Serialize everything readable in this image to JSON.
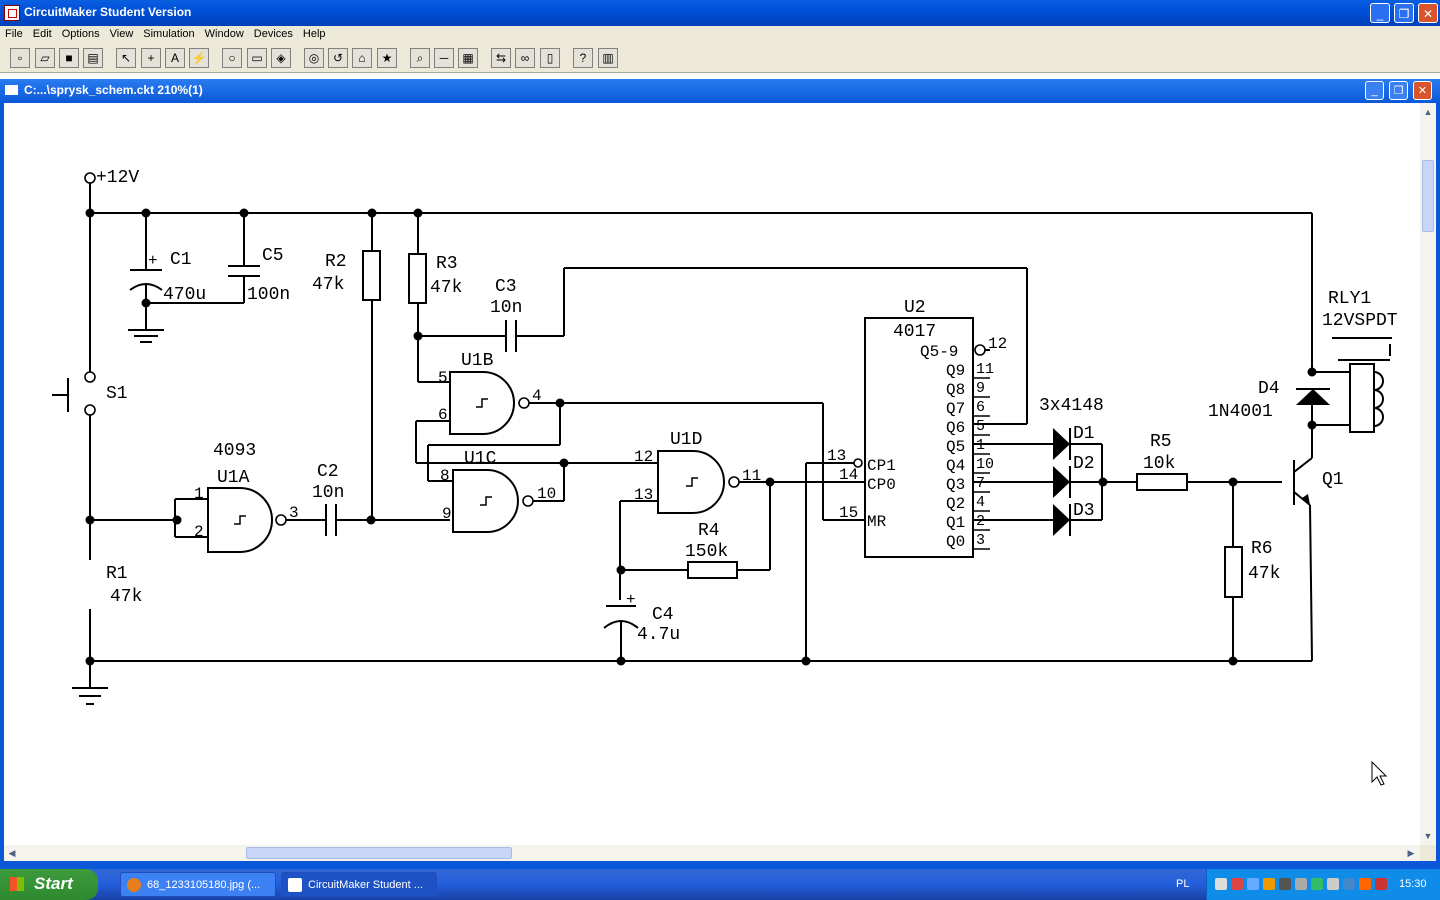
{
  "app": {
    "title": "CircuitMaker Student Version",
    "window_buttons": [
      "_",
      "❐",
      "✕"
    ]
  },
  "menu": [
    "File",
    "Edit",
    "Options",
    "View",
    "Simulation",
    "Window",
    "Devices",
    "Help"
  ],
  "toolbar": {
    "buttons": [
      "new-icon",
      "open-icon",
      "save-icon",
      "print-icon",
      "arrow-tool-icon",
      "wire-tool-icon",
      "text-tool-icon",
      "probe-tool-icon",
      "zoom-icon",
      "cut-icon",
      "copy-icon",
      "digital-mode-icon",
      "reset-icon",
      "step-icon",
      "run-icon",
      "trace-icon",
      "probe-icon",
      "scope-icon",
      "rotate-icon",
      "binoculars-icon",
      "macro-icon",
      "help-icon",
      "chip-icon"
    ]
  },
  "document": {
    "title": "C:...\\sprysk_schem.ckt 210%(1)",
    "buttons": [
      "_",
      "❐",
      "✕"
    ]
  },
  "schematic": {
    "supply": "+12V",
    "labels": {
      "c1_name": "C1",
      "c1_val": "470u",
      "c1_plus": "+",
      "c5_name": "C5",
      "c5_val": "100n",
      "r2_name": "R2",
      "r2_val": "47k",
      "r3_name": "R3",
      "r3_val": "47k",
      "c3_name": "C3",
      "c3_val": "10n",
      "s1_name": "S1",
      "r1_name": "R1",
      "r1_val": "47k",
      "u1a_type": "4093",
      "u1a_name": "U1A",
      "u1a_p1": "1",
      "u1a_p2": "2",
      "u1a_p3": "3",
      "c2_name": "C2",
      "c2_val": "10n",
      "u1b_name": "U1B",
      "u1b_p5": "5",
      "u1b_p6": "6",
      "u1b_p4": "4",
      "u1c_name": "U1C",
      "u1c_p8": "8",
      "u1c_p9": "9",
      "u1c_p10": "10",
      "u1d_name": "U1D",
      "u1d_p12": "12",
      "u1d_p13": "13",
      "u1d_p11": "11",
      "r4_name": "R4",
      "r4_val": "150k",
      "c4_name": "C4",
      "c4_val": "4.7u",
      "c4_plus": "+",
      "u2_name": "U2",
      "u2_type": "4017",
      "u2_q59": "Q5-9",
      "u2_p12": "12",
      "u2_cp1": "CP1",
      "u2_cp0": "CP0",
      "u2_mr": "MR",
      "u2_p13": "13",
      "u2_p14": "14",
      "u2_p15": "15",
      "diodes_label": "3x4148",
      "d1_name": "D1",
      "d2_name": "D2",
      "d3_name": "D3",
      "r5_name": "R5",
      "r5_val": "10k",
      "r6_name": "R6",
      "r6_val": "47k",
      "q1_name": "Q1",
      "d4_name": "D4",
      "d4_val": "1N4001",
      "rly1_name": "RLY1",
      "rly1_val": "12VSPDT"
    },
    "u2_outputs": [
      {
        "q": "Q9",
        "pin": "11"
      },
      {
        "q": "Q8",
        "pin": "9"
      },
      {
        "q": "Q7",
        "pin": "6"
      },
      {
        "q": "Q6",
        "pin": "5"
      },
      {
        "q": "Q5",
        "pin": "1"
      },
      {
        "q": "Q4",
        "pin": "10"
      },
      {
        "q": "Q3",
        "pin": "7"
      },
      {
        "q": "Q2",
        "pin": "4"
      },
      {
        "q": "Q1",
        "pin": "2"
      },
      {
        "q": "Q0",
        "pin": "3"
      }
    ]
  },
  "taskbar": {
    "start": "Start",
    "tasks": [
      "68_1233105180.jpg (...",
      "CircuitMaker Student ..."
    ],
    "lang": "PL",
    "clock": "15:30"
  }
}
